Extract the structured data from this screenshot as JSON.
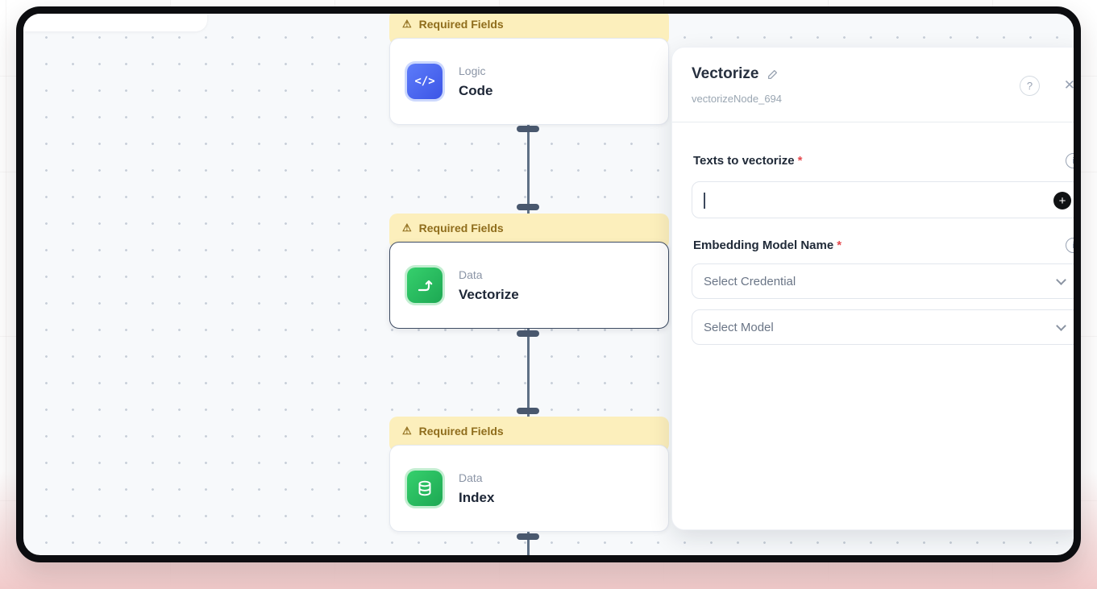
{
  "canvas": {
    "nodes": [
      {
        "banner_text": "Required Fields",
        "category": "Logic",
        "title": "Code"
      },
      {
        "banner_text": "Required Fields",
        "category": "Data",
        "title": "Vectorize"
      },
      {
        "banner_text": "Required Fields",
        "category": "Data",
        "title": "Index"
      }
    ]
  },
  "icons": {
    "warning": "⚠",
    "code_glyph": "</>",
    "help": "?",
    "close": "✕",
    "info": "i",
    "add": "+"
  },
  "panel": {
    "title": "Vectorize",
    "node_id": "vectorizeNode_694",
    "fields": [
      {
        "label": "Texts to vectorize",
        "required_mark": "*"
      },
      {
        "label": "Embedding Model Name",
        "required_mark": "*"
      }
    ],
    "input_value": "",
    "dropdowns": [
      {
        "value": "Select Credential"
      },
      {
        "value": "Select Model"
      }
    ]
  },
  "colors": {
    "banner_bg": "#fcefbc",
    "banner_text": "#8f6d1c",
    "blue_icon": "#3c55e6",
    "green_icon": "#1da853",
    "required": "#e5484d",
    "connector": "#49586e",
    "frame": "#0c0d10"
  }
}
